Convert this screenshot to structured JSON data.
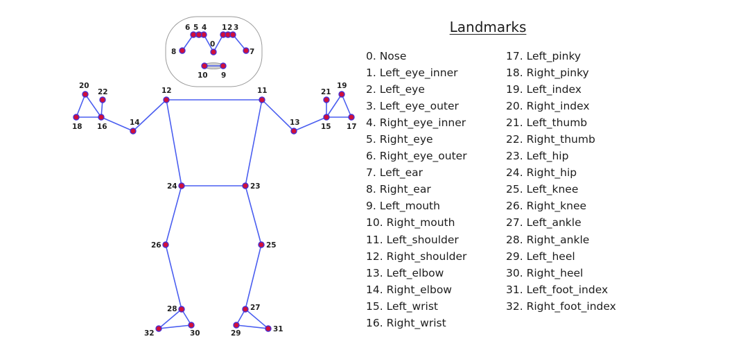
{
  "title": "Landmarks",
  "landmarks": [
    "0. Nose",
    "1. Left_eye_inner",
    "2. Left_eye",
    "3. Left_eye_outer",
    "4. Right_eye_inner",
    "5. Right_eye",
    "6. Right_eye_outer",
    "7. Left_ear",
    "8. Right_ear",
    "9. Left_mouth",
    "10. Right_mouth",
    "11. Left_shoulder",
    "12. Right_shoulder",
    "13. Left_elbow",
    "14. Right_elbow",
    "15. Left_wrist",
    "16. Right_wrist",
    "17. Left_pinky",
    "18. Right_pinky",
    "19. Left_index",
    "20. Right_index",
    "21. Left_thumb",
    "22. Right_thumb",
    "23. Left_hip",
    "24. Right_hip",
    "25. Left_knee",
    "26. Right_knee",
    "27. Left_ankle",
    "28. Right_ankle",
    "29. Left_heel",
    "30. Right_heel",
    "31. Left_foot_index",
    "32. Right_foot_index"
  ],
  "point_labels": [
    "0",
    "1",
    "2",
    "3",
    "4",
    "5",
    "6",
    "7",
    "8",
    "9",
    "10",
    "11",
    "12",
    "13",
    "14",
    "15",
    "16",
    "17",
    "18",
    "19",
    "20",
    "21",
    "22",
    "23",
    "24",
    "25",
    "26",
    "27",
    "28",
    "29",
    "30",
    "31",
    "32"
  ],
  "colors": {
    "line": "#4a5ef0",
    "point_fill": "#d0103a",
    "point_stroke": "#4a2fd0",
    "face_box_stroke": "#9a9a9a",
    "eye_fill": "#cfcfcf",
    "text": "#1c1c1c"
  }
}
